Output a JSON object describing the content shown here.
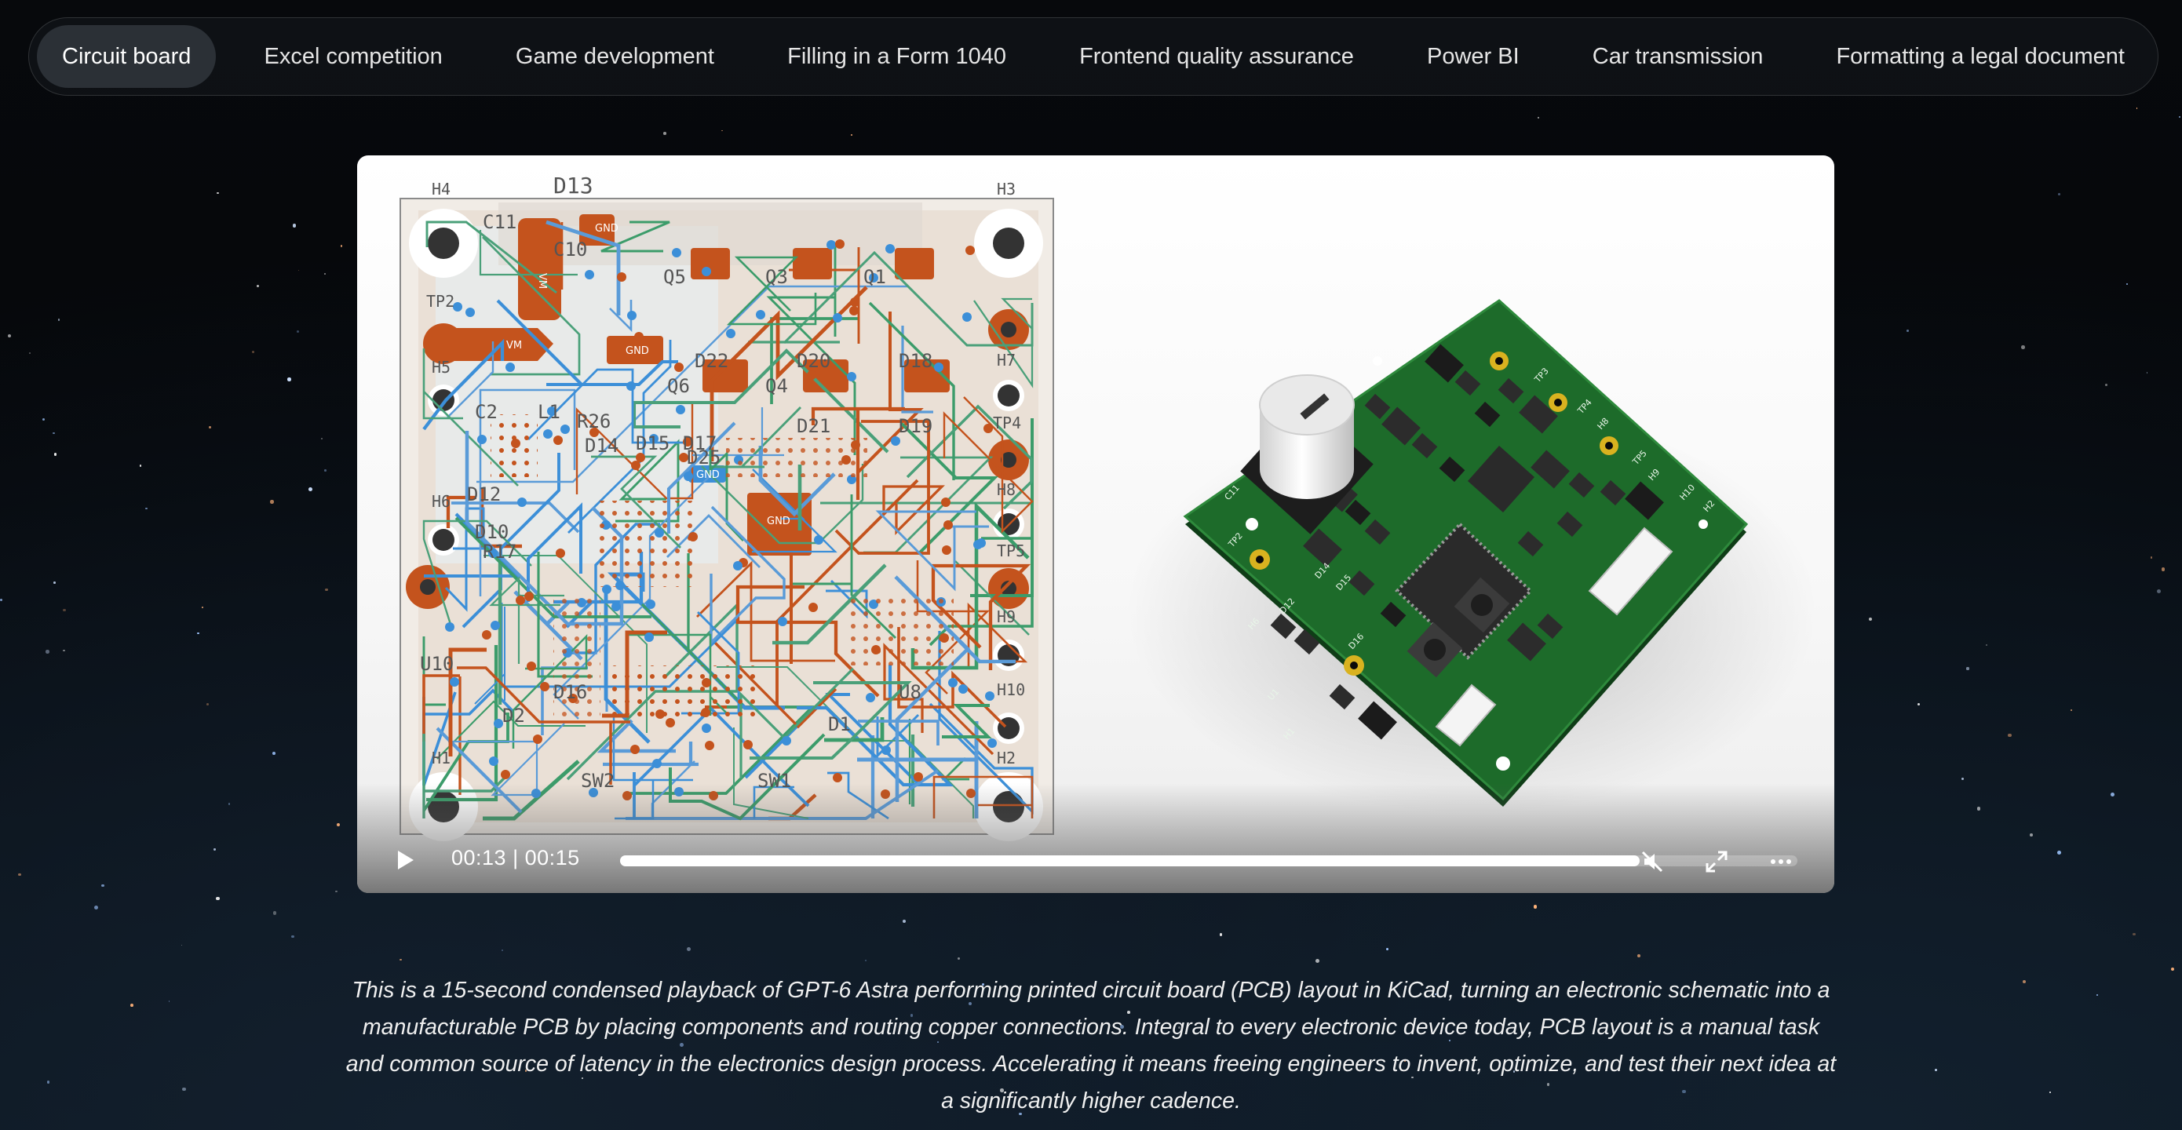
{
  "tabs": [
    {
      "label": "Circuit board",
      "active": true
    },
    {
      "label": "Excel competition",
      "active": false
    },
    {
      "label": "Game development",
      "active": false
    },
    {
      "label": "Filling in a Form 1040",
      "active": false
    },
    {
      "label": "Frontend quality assurance",
      "active": false
    },
    {
      "label": "Power BI",
      "active": false
    },
    {
      "label": "Car transmission",
      "active": false
    },
    {
      "label": "Formatting a legal document",
      "active": false
    }
  ],
  "video": {
    "time_display": "00:13 | 00:15",
    "progress_fraction": 0.866,
    "icons": {
      "play": "play-icon",
      "mute": "muted-speaker-icon",
      "fullscreen": "fullscreen-icon",
      "more": "more-options-icon"
    },
    "pcb_layout_labels": {
      "designators": [
        "H4",
        "D13",
        "H3",
        "C11",
        "C10",
        "TP2",
        "H5",
        "C2",
        "L1",
        "R26",
        "D14",
        "D15",
        "D17",
        "D25",
        "D12",
        "H6",
        "D10",
        "R17",
        "U10",
        "D16",
        "D2",
        "H1",
        "SW2",
        "SW1",
        "U8",
        "D1",
        "H2",
        "Q5",
        "Q3",
        "Q1",
        "D22",
        "D20",
        "D18",
        "Q6",
        "Q4",
        "D21",
        "D19",
        "H7",
        "TP4",
        "H8",
        "TP5",
        "H9",
        "H10"
      ],
      "net_labels": [
        "VM",
        "VM",
        "GND",
        "GND",
        "GND",
        "GND"
      ]
    },
    "board_3d_labels": [
      "C11",
      "TP2",
      "H6",
      "D12",
      "U1",
      "H1",
      "D14",
      "D15",
      "D16",
      "TP3",
      "TP4",
      "H8",
      "TP5",
      "H9",
      "H10",
      "H2"
    ]
  },
  "caption": "This is a 15-second condensed playback of GPT-6 Astra performing printed circuit board (PCB) layout in KiCad, turning an electronic schematic into a manufacturable PCB by placing components and routing copper connections. Integral to every electronic device today, PCB layout is a manual task and common source of latency in the electronics design process. Accelerating it means freeing engineers to invent, optimize, and test their next idea at a significantly higher cadence.",
  "colors": {
    "accent_active_tab": "#2b3036",
    "copper": "#c4531d",
    "pcb_green": "#1d6b2a",
    "trace_blue": "#3c8fd8",
    "trace_green": "#3c9c6a"
  }
}
